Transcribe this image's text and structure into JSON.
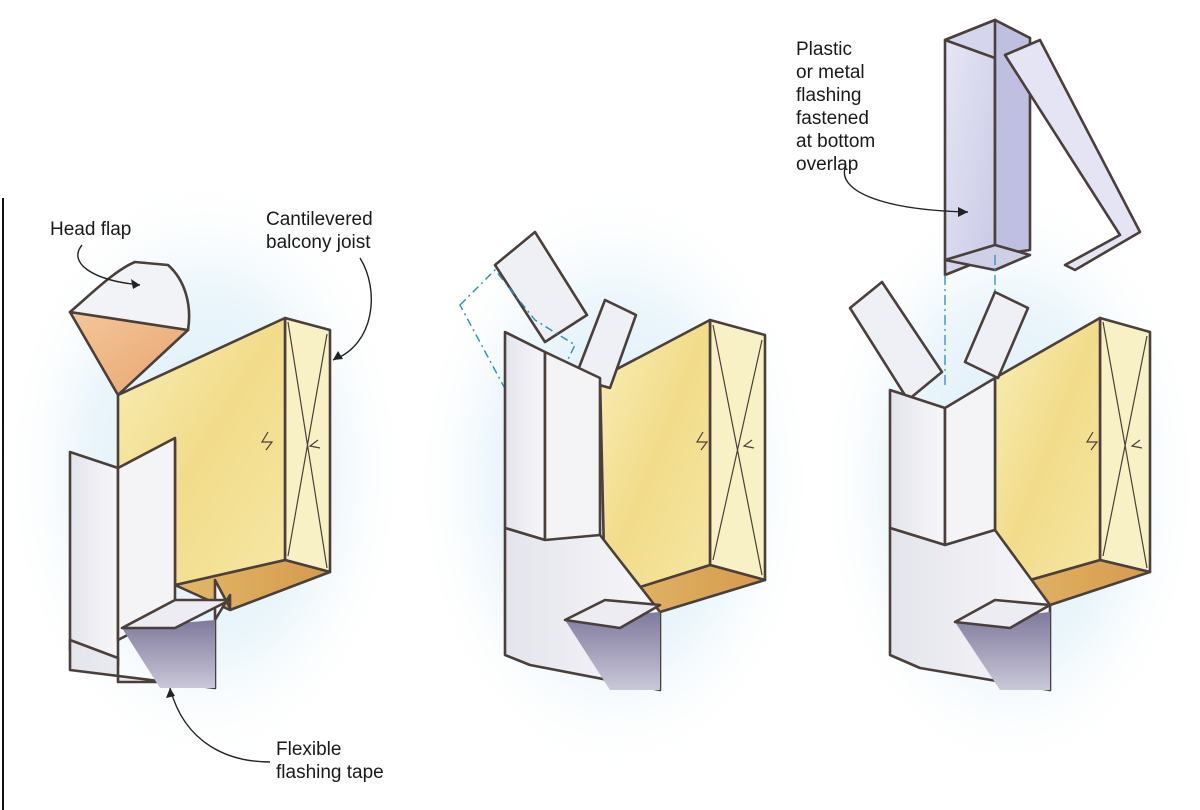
{
  "labels": {
    "head_flap": "Head flap",
    "cantilevered_joist": "Cantilevered\nbalcony joist",
    "flexible_tape": "Flexible\nflashing tape",
    "plastic_flashing": "Plastic\nor metal\nflashing\nfastened\nat bottom\noverlap"
  },
  "colors": {
    "wood_light": "#f7e9a8",
    "wood_mid": "#efd27a",
    "wood_dark": "#d9a455",
    "tape_light": "#f1f1f4",
    "tape_shadow": "#8a85a3",
    "flashing": "#dcdcf0",
    "glow": "#cfe8f6",
    "outline": "#4a3f3a",
    "dash": "#2a8fb8"
  }
}
